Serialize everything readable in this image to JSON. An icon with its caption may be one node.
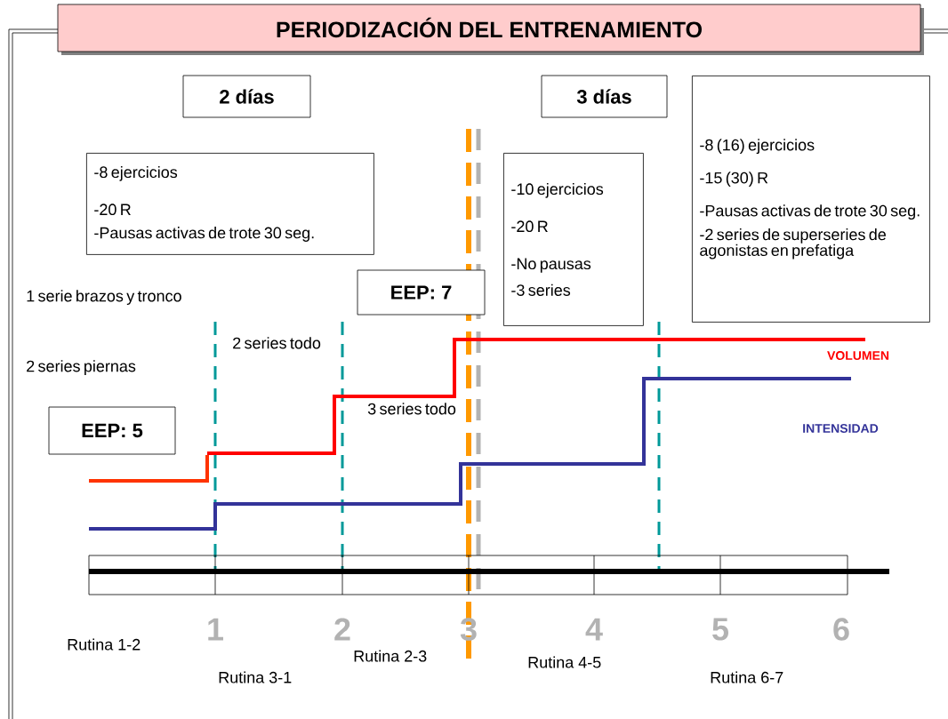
{
  "diagram": {
    "title": "PERIODIZACIÓN DEL ENTRENAMIENTO",
    "nodes": [
      {
        "text": [
          "2 días"
        ]
      },
      {
        "text": [
          "3 días"
        ]
      },
      {
        "text": [
          "-8 (16) ejercicios",
          "-15 (30) R",
          "-Pausas activas de trote 30 seg.",
          "-2 series de superseries de agonistas en prefatiga"
        ]
      },
      {
        "text": [
          "-8 ejercicios",
          "-20 R",
          "-Pausas activas de trote 30 seg."
        ]
      },
      {
        "text": [
          "-10 ejercicios",
          "-20 R",
          "-No pausas",
          "-3 series"
        ]
      },
      {
        "text": [
          "EEP: 7"
        ]
      },
      {
        "text": [
          "EEP: 5"
        ]
      }
    ],
    "labels": [
      "1 serie brazos y tronco",
      "2 series todo",
      "VOLUMEN",
      "2 series piernas",
      "3 series todo",
      "INTENSIDAD",
      "1",
      "2",
      "3",
      "4",
      "5",
      "6",
      "Rutina 1-2",
      "Rutina 2-3",
      "Rutina 4-5",
      "Rutina 3-1",
      "Rutina 6-7"
    ]
  }
}
